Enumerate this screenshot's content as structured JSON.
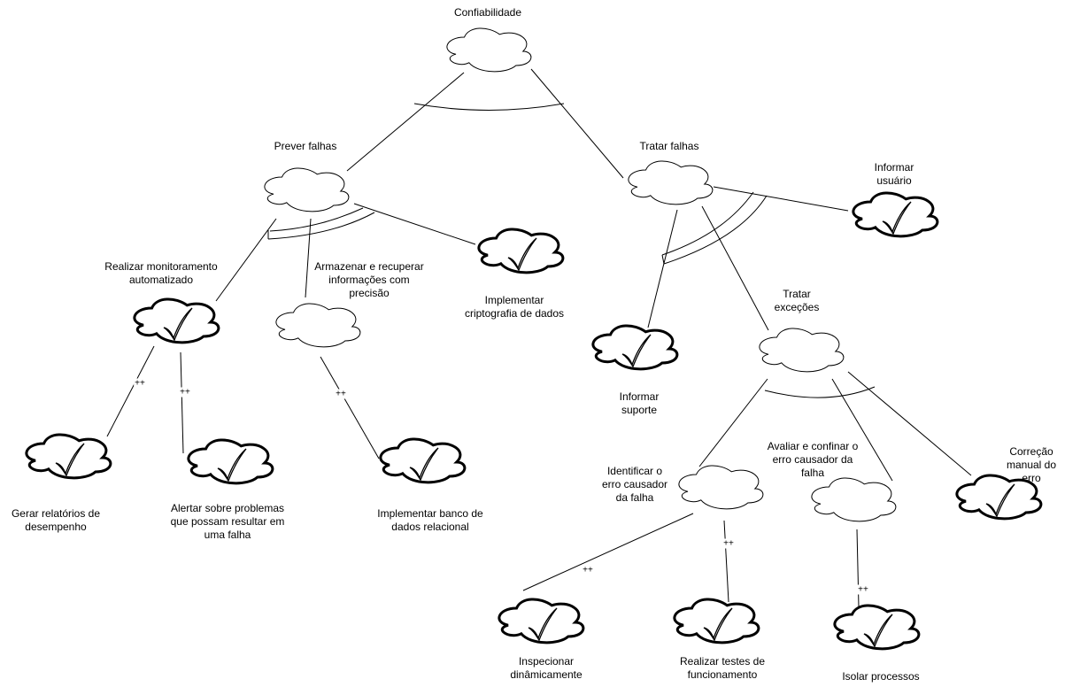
{
  "goals": [
    {
      "id": "confiabilidade",
      "label": "Confiabilidade",
      "type": "softgoal"
    },
    {
      "id": "prever",
      "label": "Prever falhas",
      "type": "softgoal"
    },
    {
      "id": "tratar",
      "label": "Tratar falhas",
      "type": "softgoal"
    },
    {
      "id": "informar_usuario",
      "label": "Informar\nusuário",
      "type": "satisfied"
    },
    {
      "id": "monitoramento",
      "label": "Realizar monitoramento\nautomatizado",
      "type": "satisfied"
    },
    {
      "id": "armazenar",
      "label": "Armazenar e recuperar\ninformações com\nprecisão",
      "type": "softgoal"
    },
    {
      "id": "cripto",
      "label": "Implementar\ncriptografia de dados",
      "type": "satisfied"
    },
    {
      "id": "informar_suporte",
      "label": "Informar\nsuporte",
      "type": "satisfied"
    },
    {
      "id": "excecoes",
      "label": "Tratar\nexceções",
      "type": "softgoal"
    },
    {
      "id": "relatorios",
      "label": "Gerar relatórios de\ndesempenho",
      "type": "satisfied"
    },
    {
      "id": "alertar",
      "label": "Alertar sobre problemas\nque possam resultar em\numa falha",
      "type": "satisfied"
    },
    {
      "id": "banco",
      "label": "Implementar banco de\ndados relacional",
      "type": "satisfied"
    },
    {
      "id": "identificar",
      "label": "Identificar o\nerro causador\nda falha",
      "type": "softgoal"
    },
    {
      "id": "avaliar",
      "label": "Avaliar e confinar o\nerro causador da\nfalha",
      "type": "softgoal"
    },
    {
      "id": "correcao",
      "label": "Correção manual do\nerro",
      "type": "satisfied"
    },
    {
      "id": "inspecionar",
      "label": "Inspecionar\ndinâmicamente",
      "type": "satisfied"
    },
    {
      "id": "testes",
      "label": "Realizar testes de\nfuncionamento",
      "type": "satisfied"
    },
    {
      "id": "isolar",
      "label": "Isolar processos",
      "type": "satisfied"
    }
  ],
  "links": [
    {
      "from": "prever",
      "to": "confiabilidade",
      "kind": "and"
    },
    {
      "from": "tratar",
      "to": "confiabilidade",
      "kind": "and"
    },
    {
      "from": "monitoramento",
      "to": "prever",
      "kind": "and"
    },
    {
      "from": "armazenar",
      "to": "prever",
      "kind": "and"
    },
    {
      "from": "cripto",
      "to": "prever",
      "kind": "and"
    },
    {
      "from": "informar_suporte",
      "to": "tratar",
      "kind": "and"
    },
    {
      "from": "excecoes",
      "to": "tratar",
      "kind": "and"
    },
    {
      "from": "informar_usuario",
      "to": "tratar",
      "kind": "and"
    },
    {
      "from": "relatorios",
      "to": "monitoramento",
      "kind": "contribution",
      "label": "++"
    },
    {
      "from": "alertar",
      "to": "monitoramento",
      "kind": "contribution",
      "label": "++"
    },
    {
      "from": "banco",
      "to": "armazenar",
      "kind": "contribution",
      "label": "++"
    },
    {
      "from": "identificar",
      "to": "excecoes",
      "kind": "and"
    },
    {
      "from": "avaliar",
      "to": "excecoes",
      "kind": "and"
    },
    {
      "from": "correcao",
      "to": "excecoes",
      "kind": "and"
    },
    {
      "from": "inspecionar",
      "to": "identificar",
      "kind": "contribution",
      "label": "++"
    },
    {
      "from": "testes",
      "to": "identificar",
      "kind": "contribution",
      "label": "++"
    },
    {
      "from": "isolar",
      "to": "avaliar",
      "kind": "contribution",
      "label": "++"
    }
  ]
}
